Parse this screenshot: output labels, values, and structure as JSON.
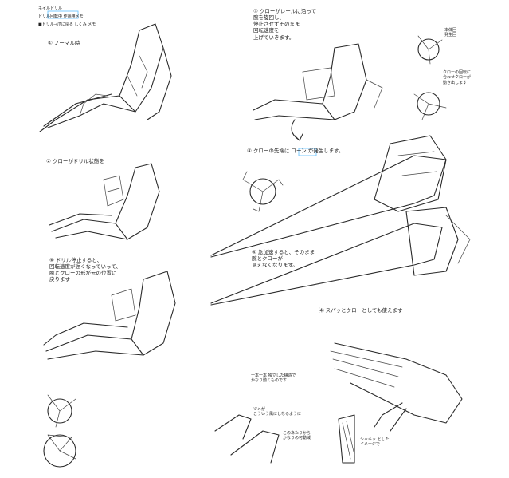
{
  "header": {
    "title": "ネイルドリル",
    "subtitle": "ドリル回転中 作画用メモ",
    "intro": "■ドリル→爪に戻る しくみ メモ"
  },
  "steps": [
    {
      "id": "step-1",
      "label": "① ノーマル時"
    },
    {
      "id": "step-2",
      "label": "② クローがドリル状態を"
    },
    {
      "id": "step-3",
      "label": "③ クローがレールに沿って\n腕を旋回し、\n停止させずそのまま\n回転速度を\n上げていきます。"
    },
    {
      "id": "step-4",
      "label": "④ クローの先端に コーン が発生します。"
    },
    {
      "id": "step-5",
      "label": "⑤ 急加速すると、そのまま\n腕とクローが\n見えなくなります。"
    },
    {
      "id": "step-6",
      "label": "⑥ ドリル停止すると、\n回転速度が遅くなっていって、\n腕とクローの形が元の位置に\n戻ります"
    },
    {
      "id": "step-7",
      "label": "⑷ スパッとクローとしても使えます"
    }
  ],
  "side_notes": {
    "rotation_top": "本体回\n発生回",
    "rotation_bottom": "クローの回転に\n合わせクローが\n動き出します",
    "claw_detail": "一本一本 独立した構造で\nかなり動くものです",
    "claw_small_a": "ツメが\nこういう風にしなるように",
    "claw_small_b": "このあたりから\nかなりの可動域",
    "claw_small_c": "シャキッ とした\nイメージで"
  },
  "highlight_color": "#6ec6ff"
}
